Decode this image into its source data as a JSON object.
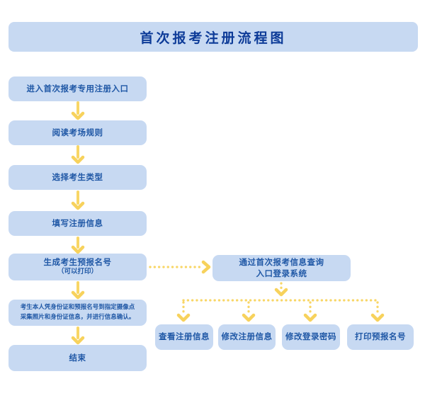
{
  "title": "首次报考注册流程图",
  "colors": {
    "background": "#ffffff",
    "box_fill": "#c7d9f2",
    "box_text": "#2058a6",
    "title_text": "#0d3b98",
    "arrow_yellow": "#f8d666"
  },
  "flow": {
    "steps": [
      {
        "label": "进入首次报考专用注册入口"
      },
      {
        "label": "阅读考场规则"
      },
      {
        "label": "选择考生类型"
      },
      {
        "label": "填写注册信息"
      },
      {
        "label": "生成考生预报名号",
        "sublabel": "（可以打印）"
      },
      {
        "line1": "考生本人凭身份证和预报名号到指定摄像点",
        "line2": "采集照片和身份证信息，并进行信息确认。"
      },
      {
        "label": "结束"
      }
    ]
  },
  "branch": {
    "query_box": {
      "line1": "通过首次报考信息查询",
      "line2": "入口登录系统"
    },
    "actions": [
      {
        "label": "查看注册信息"
      },
      {
        "label": "修改注册信息"
      },
      {
        "label": "修改登录密码"
      },
      {
        "label": "打印预报名号"
      }
    ]
  }
}
